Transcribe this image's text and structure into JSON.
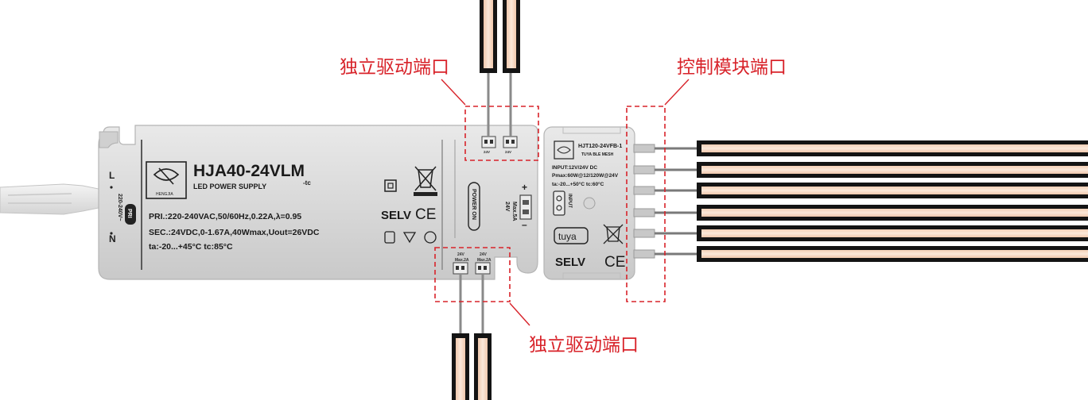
{
  "colors": {
    "callout": "#d8232a",
    "case": "#dcdcdc",
    "strip_glow": "#f6d9c4",
    "strip_jacket": "#141414",
    "cable": "#e6e6e6"
  },
  "callouts": {
    "top_left": "独立驱动端口",
    "right": "控制模块端口",
    "bottom": "独立驱动端口"
  },
  "power_supply": {
    "model": "HJA40-24VLM",
    "model_suffix": "-tc",
    "subtitle": "LED POWER SUPPLY",
    "brand_logo": "HENGJIA",
    "spec_pri": "PRI.:220-240VAC,50/60Hz,0.22A,λ=0.95",
    "spec_sec": "SEC.:24VDC,0-1.67A,40Wmax,Uout=26VDC",
    "spec_ta": "ta:-20...+45°C    tc:85°C",
    "selv": "SELV",
    "ce": "CE",
    "input_l": "L",
    "input_n": "N",
    "input_voltage": "220-240V~",
    "pri_badge": "PRI",
    "power_on_label": "POWER ON",
    "port_voltage": "24V",
    "port_current": "Max.2A",
    "out_label_voltage": "24V",
    "out_label_current": "Max.5A",
    "plus": "+",
    "minus": "–"
  },
  "control_module": {
    "model": "HJT120-24VFB-1",
    "subtitle": "TUYA BLE MESH",
    "input": "INPUT:12V/24V DC",
    "pmax": "Pmax:60W@12/120W@24V",
    "temps": "ta:-20...+50°C   tc:60°C",
    "input_vertical": "INPUT",
    "brand": "tuya",
    "selv": "SELV",
    "ce": "CE"
  }
}
